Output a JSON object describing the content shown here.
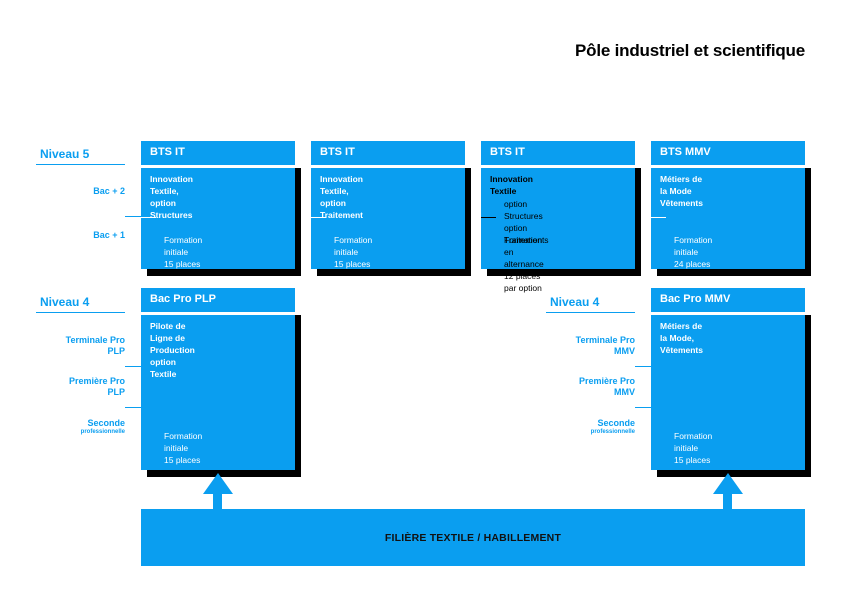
{
  "title": "Pôle industriel et scientifique",
  "levels": {
    "niveau5": "Niveau 5",
    "niveau4_left": "Niveau 4",
    "niveau4_right": "Niveau 4"
  },
  "side_labels": {
    "bac2": "Bac + 2",
    "bac1": "Bac + 1",
    "left": {
      "terminale": [
        "Terminale Pro",
        "PLP"
      ],
      "premiere": [
        "Première Pro",
        "PLP"
      ],
      "seconde": [
        "Seconde",
        "professionnelle"
      ]
    },
    "right": {
      "terminale": [
        "Terminale Pro",
        "MMV"
      ],
      "premiere": [
        "Première Pro",
        "MMV"
      ],
      "seconde": [
        "Seconde",
        "professionnelle"
      ]
    }
  },
  "cards": {
    "bts_it_1": {
      "header": "BTS IT",
      "desc": [
        "Innovation Textile,",
        "option Structures"
      ],
      "info": [
        "Formation initiale",
        "15 places"
      ]
    },
    "bts_it_2": {
      "header": "BTS IT",
      "desc": [
        "Innovation Textile,",
        "option Traitement"
      ],
      "info": [
        "Formation initiale",
        "15 places"
      ]
    },
    "bts_it_3": {
      "header": "BTS IT",
      "desc": [
        "Innovation Textile"
      ],
      "options": [
        "option Structures",
        "option Traitements"
      ],
      "info": [
        "Formation en alternance",
        "12 places par option"
      ]
    },
    "bts_mmv": {
      "header": "BTS MMV",
      "desc": [
        "Métiers de la Mode",
        "Vêtements"
      ],
      "info": [
        "Formation initiale",
        "24 places"
      ]
    },
    "bac_pro_plp": {
      "header": "Bac Pro PLP",
      "desc": [
        "Pilote de Ligne de Production",
        "option Textile"
      ],
      "info": [
        "Formation initiale",
        "15 places"
      ]
    },
    "bac_pro_mmv": {
      "header": "Bac Pro MMV",
      "desc": [
        "Métiers de la Mode, Vêtements"
      ],
      "info": [
        "Formation initiale",
        "15 places"
      ]
    }
  },
  "footer_bar": "FILIÈRE TEXTILE / HABILLEMENT",
  "colors": {
    "accent": "#0a9ef0",
    "shadow": "#000000",
    "text_on_accent": "#ffffff"
  }
}
